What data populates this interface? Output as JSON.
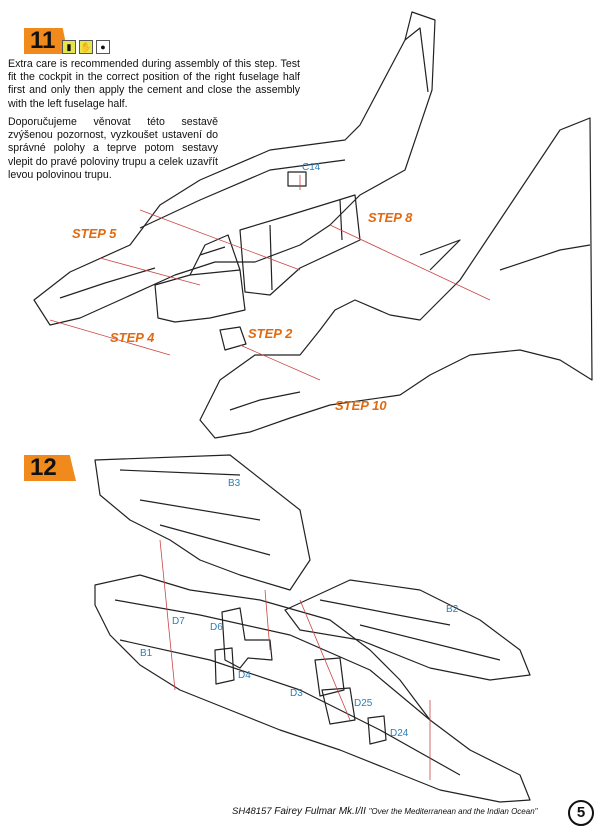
{
  "steps": [
    {
      "number": "11",
      "icons": [
        "glue-icon",
        "paint-hand-icon",
        "drop-icon"
      ],
      "text_en": "Extra care is recommended during assembly of this step. Test fit the cockpit in the correct position of the right fuselage half first and only then apply the cement and close the assembly with the left fuselage half.",
      "text_cz": "Doporučujeme věnovat této sestavě zvýšenou pozornost, vyzkoušet ustavení do správné polohy a teprve potom sestavy vlepit do pravé poloviny trupu a celek uzavřít levou polovinou trupu.",
      "references": [
        "STEP 5",
        "STEP 8",
        "STEP 4",
        "STEP 2",
        "STEP 10"
      ],
      "parts": [
        "C14"
      ]
    },
    {
      "number": "12",
      "parts": [
        "B3",
        "D7",
        "D6",
        "B1",
        "D4",
        "D3",
        "D25",
        "D24",
        "B2"
      ]
    }
  ],
  "footer": {
    "code": "SH48157",
    "title": "Fairey Fulmar Mk.I/II",
    "subtitle": "\"Over the Mediterranean and the Indian Ocean\"",
    "page_number": "5"
  }
}
